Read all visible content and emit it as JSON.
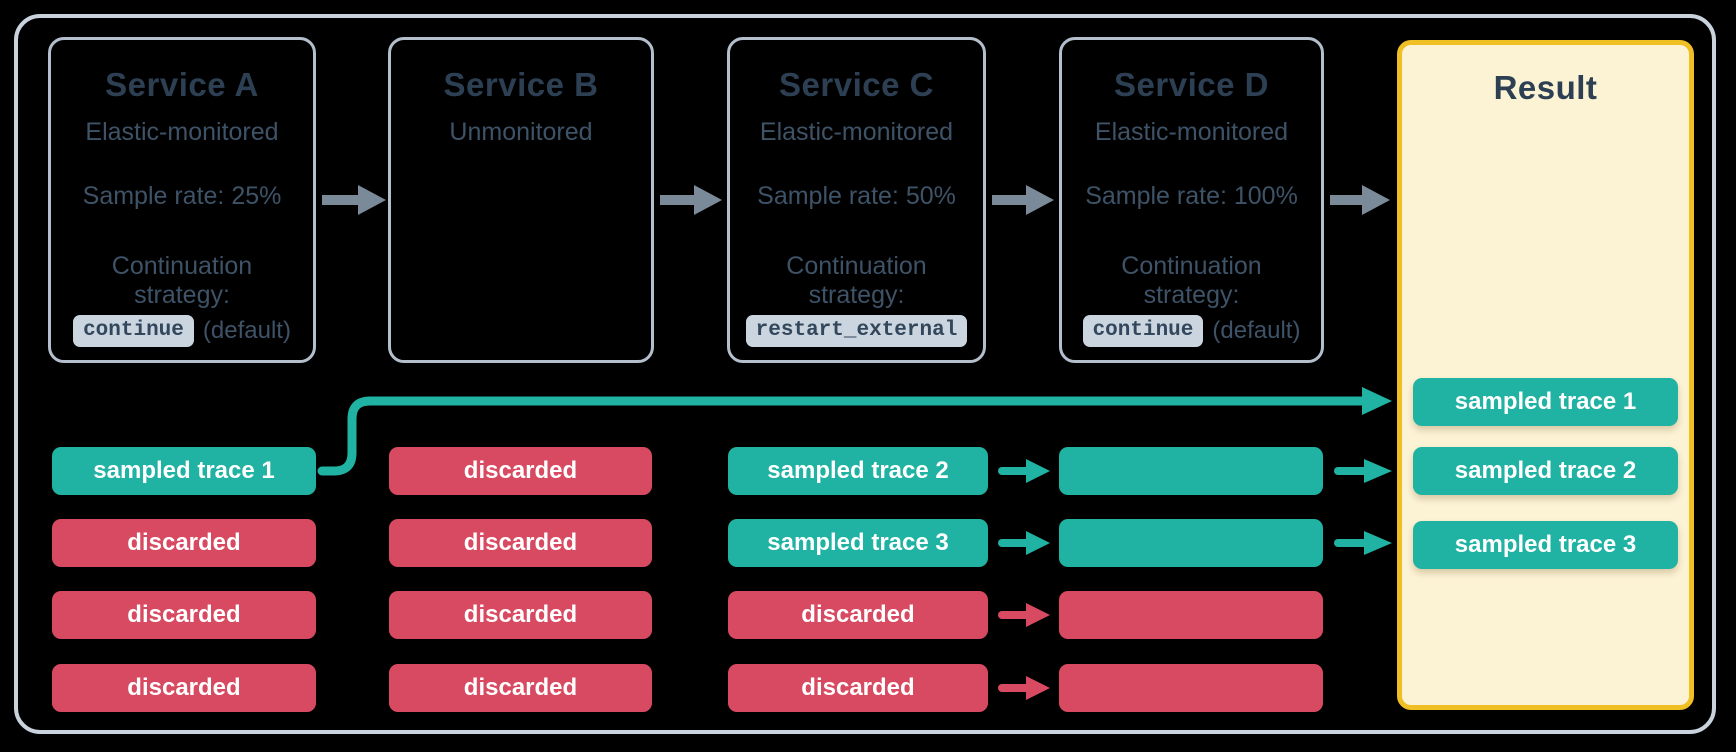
{
  "colors": {
    "background": "#000000",
    "frame_border": "#c9d3de",
    "box_border": "#b3bfcd",
    "text": "#2d4053",
    "text_soft": "#3e5367",
    "badge_bg": "#cbd5df",
    "badge_text": "#33475c",
    "arrow_gray": "#7b8a99",
    "teal": "#20b2a2",
    "red": "#d84a61",
    "result_bg": "#fcf2d4",
    "result_border": "#f0bf24",
    "trace_text": "#ffffff"
  },
  "services": [
    {
      "title": "Service A",
      "subtitle": "Elastic-monitored",
      "sample_rate": "Sample rate: 25%",
      "continuation_label": "Continuation strategy:",
      "badge": "continue",
      "badge_suffix": "(default)"
    },
    {
      "title": "Service B",
      "subtitle": "Unmonitored",
      "sample_rate": "",
      "continuation_label": "",
      "badge": "",
      "badge_suffix": ""
    },
    {
      "title": "Service C",
      "subtitle": "Elastic-monitored",
      "sample_rate": "Sample rate: 50%",
      "continuation_label": "Continuation strategy:",
      "badge": "restart_external",
      "badge_suffix": ""
    },
    {
      "title": "Service D",
      "subtitle": "Elastic-monitored",
      "sample_rate": "Sample rate: 100%",
      "continuation_label": "Continuation strategy:",
      "badge": "continue",
      "badge_suffix": "(default)"
    }
  ],
  "traces": {
    "col_a": [
      {
        "label": "sampled trace 1",
        "status": "sampled"
      },
      {
        "label": "discarded",
        "status": "discarded"
      },
      {
        "label": "discarded",
        "status": "discarded"
      },
      {
        "label": "discarded",
        "status": "discarded"
      }
    ],
    "col_b": [
      {
        "label": "discarded",
        "status": "discarded"
      },
      {
        "label": "discarded",
        "status": "discarded"
      },
      {
        "label": "discarded",
        "status": "discarded"
      },
      {
        "label": "discarded",
        "status": "discarded"
      }
    ],
    "col_c": [
      {
        "label": "sampled trace 2",
        "status": "sampled"
      },
      {
        "label": "sampled trace 3",
        "status": "sampled"
      },
      {
        "label": "discarded",
        "status": "discarded"
      },
      {
        "label": "discarded",
        "status": "discarded"
      }
    ],
    "col_d": [
      {
        "label": "",
        "status": "sampled"
      },
      {
        "label": "",
        "status": "sampled"
      },
      {
        "label": "",
        "status": "discarded"
      },
      {
        "label": "",
        "status": "discarded"
      }
    ]
  },
  "result": {
    "title": "Result",
    "rows": [
      {
        "label": "sampled trace 1",
        "status": "sampled"
      },
      {
        "label": "sampled trace 2",
        "status": "sampled"
      },
      {
        "label": "sampled trace 3",
        "status": "sampled"
      }
    ]
  }
}
